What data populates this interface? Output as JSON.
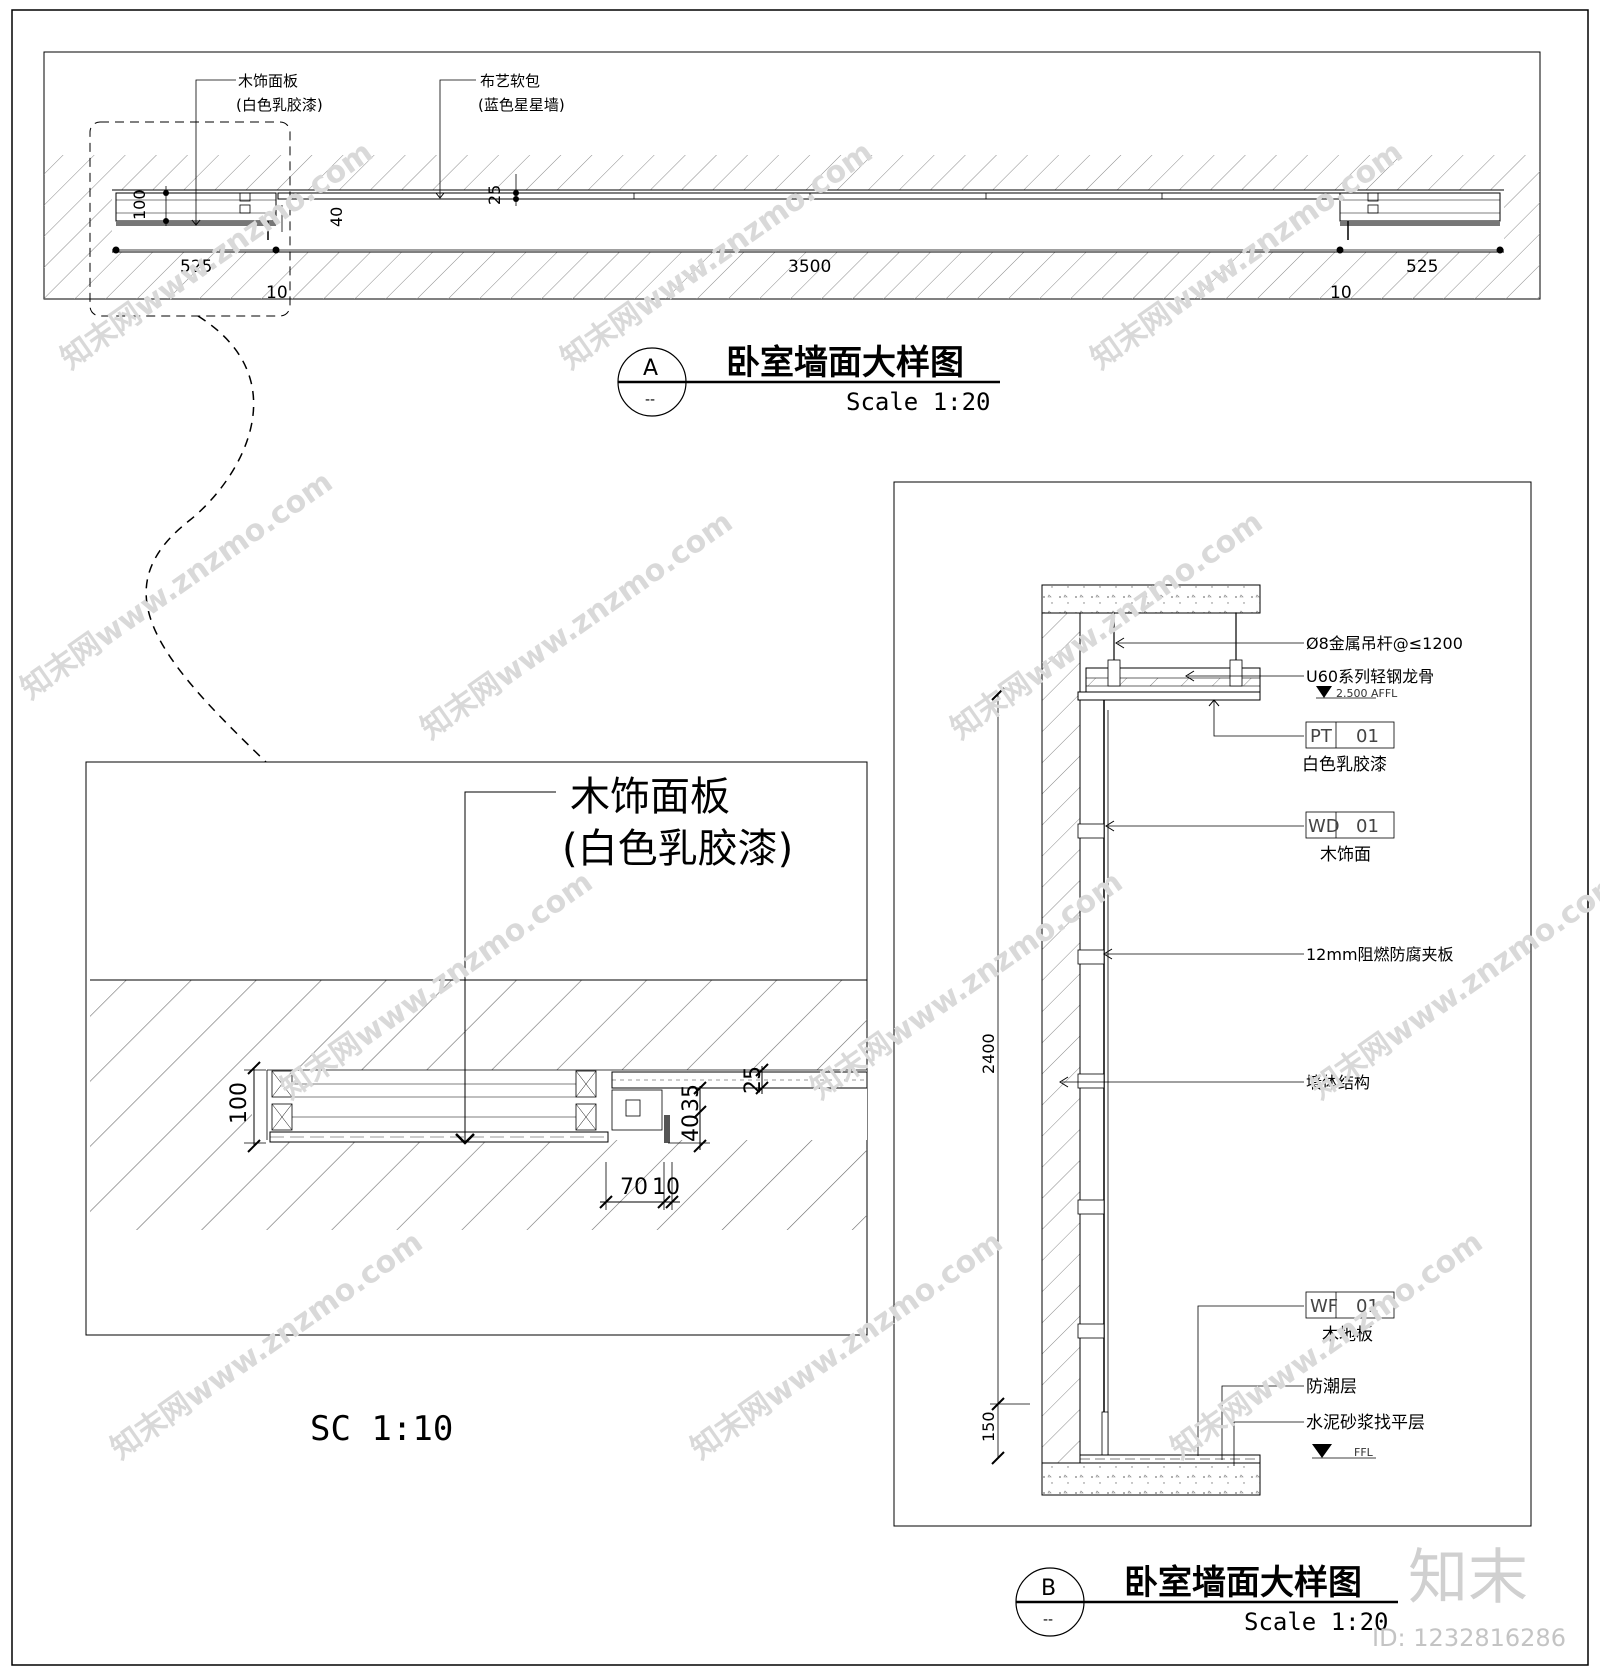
{
  "detail_a": {
    "callout_wood": "木饰面板",
    "callout_wood_sub": "(白色乳胶漆)",
    "callout_fabric": "布艺软包",
    "callout_fabric_sub": "(蓝色星星墙)",
    "dims": {
      "d100": "100",
      "d40": "40",
      "d25": "25",
      "d525_left": "525",
      "d3500": "3500",
      "d525_right": "525",
      "d10_left": "10",
      "d10_right": "10"
    },
    "title": {
      "letter": "A",
      "sheet": "--",
      "name": "卧室墙面大样图",
      "scale": "Scale 1:20"
    }
  },
  "enlarged": {
    "callout": "木饰面板",
    "callout_sub": "(白色乳胶漆)",
    "dims": {
      "d100": "100",
      "d25": "25",
      "d40": "40",
      "d35": "35",
      "d70": "70",
      "d10": "10"
    },
    "scale": "SC 1:10"
  },
  "section_b": {
    "labels": {
      "rod": "Ø8金属吊杆@≤1200",
      "keel": "U60系列轻钢龙骨",
      "ceiling_level": "2.500 AFFL",
      "pt_code": "PT",
      "pt_num": "01",
      "pt_desc": "白色乳胶漆",
      "wd_code": "WD",
      "wd_num": "01",
      "wd_desc": "木饰面",
      "plywood": "12mm阻燃防腐夹板",
      "wall": "墙体结构",
      "wf_code": "WF",
      "wf_num": "01",
      "wf_desc": "木地板",
      "moisture": "防潮层",
      "screed": "水泥砂浆找平层",
      "floor_level": "FFL"
    },
    "dims": {
      "d2400": "2400",
      "d150": "150"
    },
    "title": {
      "letter": "B",
      "sheet": "--",
      "name": "卧室墙面大样图",
      "scale": "Scale 1:20"
    }
  },
  "watermark": {
    "text": "知末网www.znzmo.com",
    "brand": "知末",
    "id": "ID: 1232816286"
  }
}
